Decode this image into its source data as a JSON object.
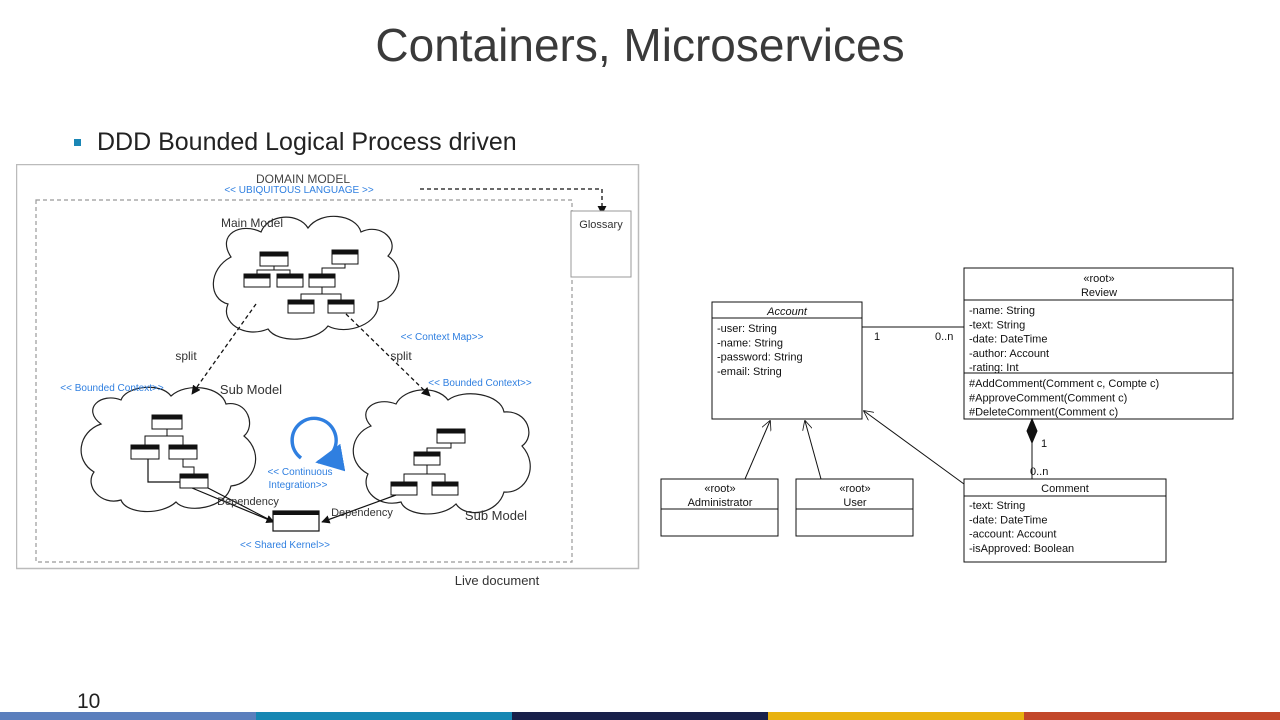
{
  "slide": {
    "title": "Containers, Microservices",
    "bullet": "DDD Bounded Logical Process driven",
    "page_number": "10",
    "footer_colors": [
      "#5b7fbd",
      "#1687b3",
      "#18204a",
      "#e8b20f",
      "#c2472a"
    ],
    "bullet_color": "#1a86b5"
  },
  "domain_diagram": {
    "title": "DOMAIN MODEL",
    "ubiquitous_language": "<< UBIQUITOUS LANGUAGE >>",
    "glossary": "Glossary",
    "main_model": "Main Model",
    "context_map": "<< Context Map>>",
    "split_left": "split",
    "split_right": "split",
    "bounded_context_left": "<< Bounded Context>>",
    "bounded_context_right": "<< Bounded Context>>",
    "sub_model_left": "Sub Model",
    "sub_model_right": "Sub Model",
    "ci_line1": "<< Continuous",
    "ci_line2": "Integration>>",
    "dependency_left": "Dependency",
    "dependency_right": "Dependency",
    "shared_kernel": "<< Shared Kernel>>",
    "live_document": "Live document",
    "accent_color": "#2f7fe0"
  },
  "uml": {
    "account": {
      "name": "Account",
      "attributes": [
        "-user: String",
        "-name: String",
        "-password: String",
        "-email: String"
      ]
    },
    "review": {
      "stereotype": "«root»",
      "name": "Review",
      "attributes": [
        "-name: String",
        "-text: String",
        "-date: DateTime",
        "-author: Account",
        "-rating: Int"
      ],
      "methods": [
        "#AddComment(Comment c, Compte c)",
        "#ApproveComment(Comment c)",
        "#DeleteComment(Comment c)"
      ]
    },
    "administrator": {
      "stereotype": "«root»",
      "name": "Administrator"
    },
    "user": {
      "stereotype": "«root»",
      "name": "User"
    },
    "comment": {
      "name": "Comment",
      "attributes": [
        "-text: String",
        "-date: DateTime",
        "-account: Account",
        "-isApproved: Boolean"
      ]
    },
    "mult_account_review_1": "1",
    "mult_account_review_n": "0..n",
    "mult_review_comment_1": "1",
    "mult_review_comment_n": "0..n"
  }
}
